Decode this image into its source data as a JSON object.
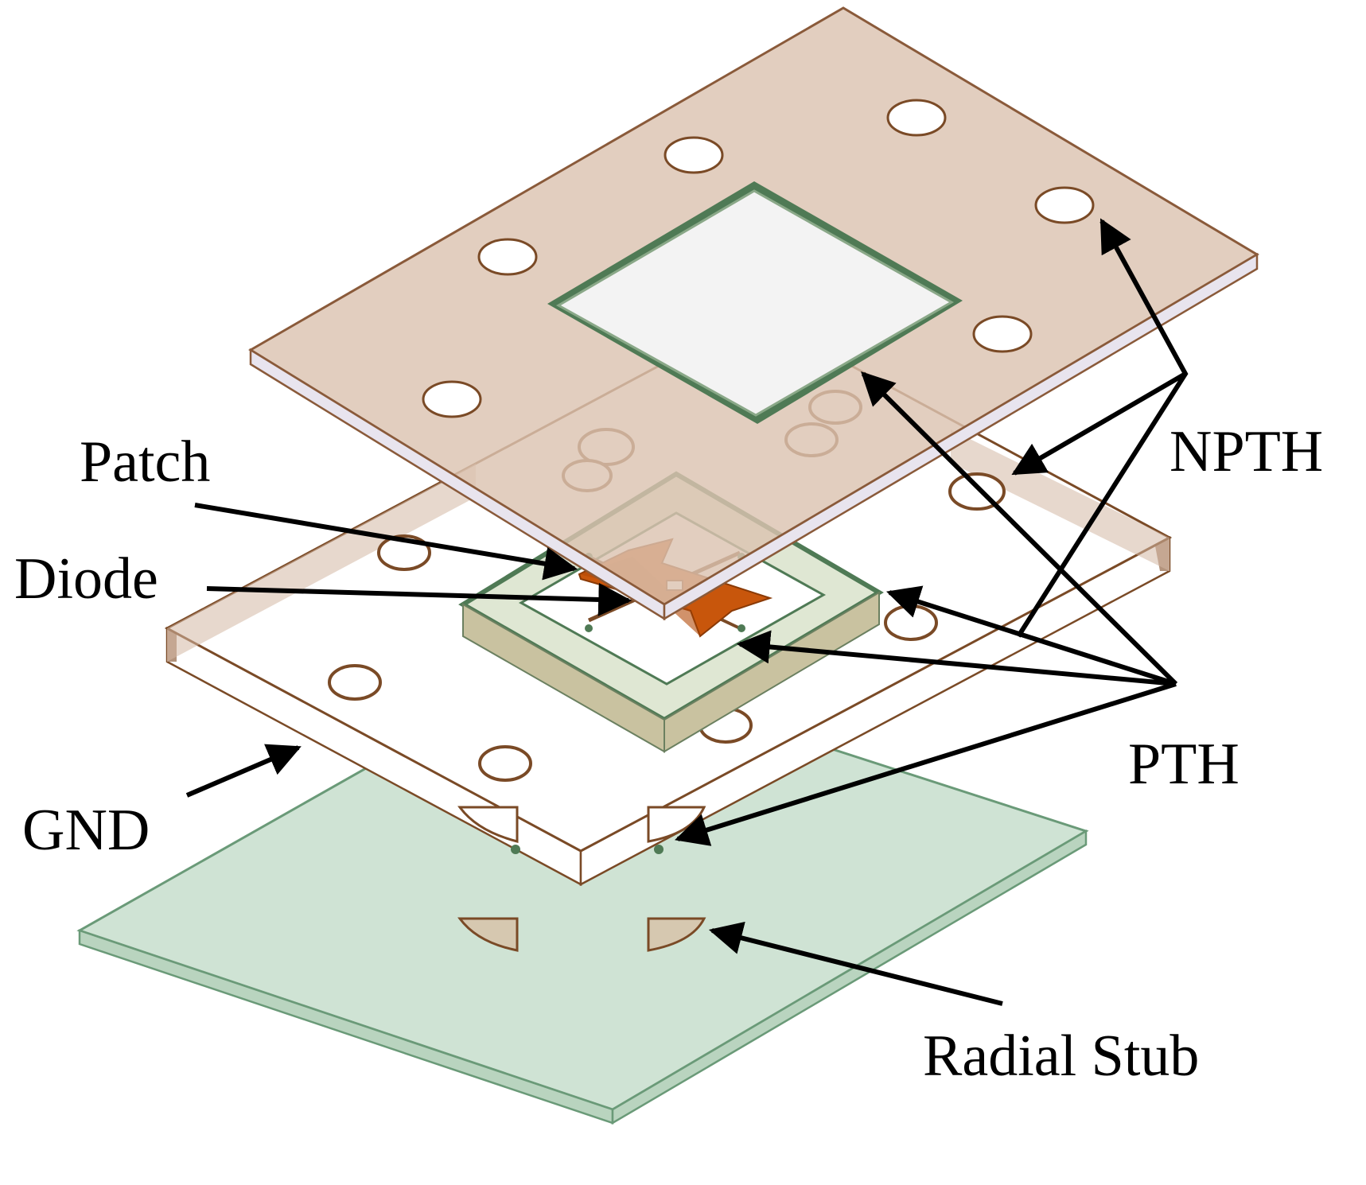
{
  "labels": {
    "npth": "NPTH",
    "patch": "Patch",
    "diode": "Diode",
    "pth": "PTH",
    "gnd": "GND",
    "radial_stub": "Radial Stub"
  },
  "colors": {
    "top_layer_fill": "#dcc3b1",
    "top_layer_edge": "#8a5a3a",
    "middle_layer_fill": "#ffffff",
    "middle_layer_side": "#b3937c",
    "bottom_layer_fill": "#cfe3d4",
    "bottom_layer_edge": "#6a9a78",
    "frame_green": "#4f7a55",
    "patch_orange": "#c8560c",
    "stub_fill": "#d6c8b0",
    "arrow": "#000000"
  },
  "layers": [
    "npth-cover-layer",
    "pth-substrate-layer",
    "gnd-plane-layer"
  ],
  "icons": [
    "arrow-icon"
  ]
}
